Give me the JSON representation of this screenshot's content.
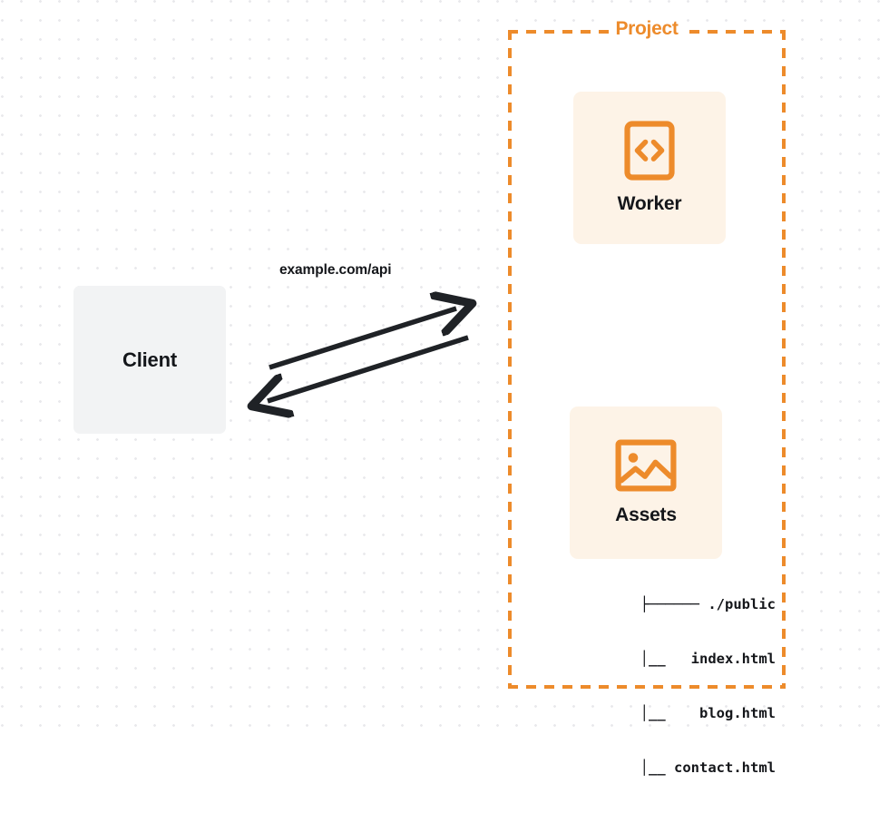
{
  "diagram": {
    "title": "Client to Project Worker and Assets request flow",
    "background": {
      "dot_color": "#e9e9ec",
      "canvas_color": "#ffffff"
    },
    "client": {
      "label": "Client",
      "fill": "#f2f3f4",
      "text_color": "#14161a"
    },
    "connection": {
      "label": "example.com/api",
      "stroke": "#1f2226",
      "arrow_outbound_name": "request-arrow",
      "arrow_inbound_name": "response-arrow"
    },
    "project": {
      "title": "Project",
      "accent": "#ed8b2b",
      "border_style": "dashed",
      "cards": [
        {
          "label": "Worker",
          "icon": "code-brackets-icon",
          "fill": "#fdf3e7",
          "icon_color": "#ed8b2b"
        },
        {
          "label": "Assets",
          "icon": "image-icon",
          "fill": "#fdf3e7",
          "icon_color": "#ed8b2b"
        }
      ],
      "file_tree": [
        "├────── ./public",
        "      │__   index.html",
        "      │__    blog.html",
        "      │__ contact.html"
      ]
    }
  }
}
